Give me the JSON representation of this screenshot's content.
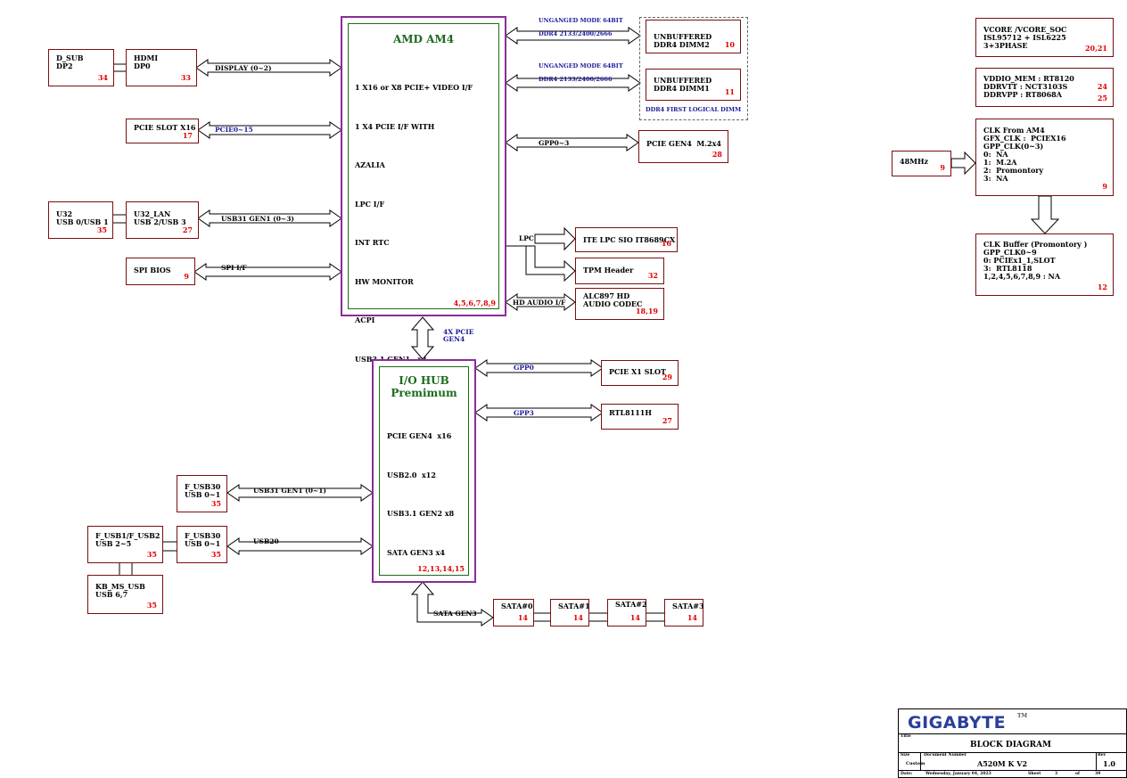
{
  "cpu": {
    "title": "AMD AM4",
    "features": [
      "1 X16 or X8 PCIE+ VIDEO I/F",
      "1 X4 PCIE I/F WITH",
      "AZALIA",
      "LPC I/F",
      "INT RTC",
      "HW MONITOR",
      "ACPI",
      "USB3.1 GEN1   x4"
    ],
    "pages": "4,5,6,7,8,9"
  },
  "hub": {
    "title": "I/O HUB",
    "subtitle": "Premimum",
    "features": [
      "PCIE GEN4  x16",
      "USB2.0  x12",
      "USB3.1 GEN2 x8",
      "SATA GEN3 x4"
    ],
    "pages": "12,13,14,15"
  },
  "boxes": {
    "dsub": {
      "text": "D_SUB\nDP2",
      "page": "34"
    },
    "hdmi": {
      "text": "HDMI\nDP0",
      "page": "33"
    },
    "pcieslot": {
      "text": "PCIE SLOT X16",
      "page": "17"
    },
    "u32": {
      "text": "U32\nUSB 0/USB 1",
      "page": "35"
    },
    "u32lan": {
      "text": "U32_LAN\nUSB 2/USB 3",
      "page": "27"
    },
    "spibios": {
      "text": "SPI BIOS",
      "page": "9"
    },
    "dimm2": {
      "text": "UNBUFFERED\nDDR4 DIMM2",
      "page": "10"
    },
    "dimm1": {
      "text": "UNBUFFERED\nDDR4 DIMM1",
      "page": "11"
    },
    "m2": {
      "text": "PCIE GEN4  M.2x4",
      "page": "28"
    },
    "ite": {
      "text": "ITE LPC SIO IT8689CX",
      "page": "16"
    },
    "tpm": {
      "text": "TPM Header",
      "page": "32"
    },
    "alc": {
      "text": "ALC897 HD\nAUDIO CODEC",
      "page": "18,19"
    },
    "pciex1": {
      "text": "PCIE X1 SLOT",
      "page": "29"
    },
    "rtl": {
      "text": "RTL8111H",
      "page": "27"
    },
    "fusb30a": {
      "text": "F_USB30\nUSB 0~1",
      "page": "35"
    },
    "fusb12": {
      "text": "F_USB1/F_USB2\nUSB 2~5",
      "page": "35"
    },
    "fusb30b": {
      "text": "F_USB30\nUSB 0~1",
      "page": "35"
    },
    "kbms": {
      "text": "KB_MS_USB\nUSB 6,7",
      "page": "35"
    },
    "sata0": {
      "text": "SATA#0",
      "page": "14"
    },
    "sata1": {
      "text": "SATA#1",
      "page": "14"
    },
    "sata2": {
      "text": "SATA#2",
      "page": "14"
    },
    "sata3": {
      "text": "SATA#3",
      "page": "14"
    },
    "vcore": {
      "text": "VCORE /VCORE_SOC\nISL95712 + ISL6225\n3+3PHASE",
      "page": "20,21"
    },
    "vddio": {
      "text": "VDDIO_MEM : RT8120\nDDRVTT : NCT3103S\nDDRVPP : RT8068A",
      "page": "24",
      "page2": "25"
    },
    "clk": {
      "text": "CLK From AM4\nGFX_CLK :  PCIEX16\nGPP_CLK(0~3)\n0:  NA\n1:  M.2A\n2:  Promontory\n3:  NA",
      "page": "9"
    },
    "osc": {
      "text": "48MHz",
      "page": "9"
    },
    "clkbuf": {
      "text": "CLK Buffer (Promontory )\nGPP_CLK0~9\n0: PCIEx1_1,SLOT\n3:  RTL8118\n1,2,4,5,6,7,8,9 : NA",
      "page": "12"
    }
  },
  "links": {
    "display": "DISPLAY (0~2)",
    "pcie0_15": "PCIE0~15",
    "usb31gen1_0_3": "USB31 GEN1 (0~3)",
    "spi": "SPI I/F",
    "unganged1": "UNGANGED MODE 64BIT",
    "ddr1": "DDR4 2133/2400/2666",
    "unganged2": "UNGANGED MODE 64BIT",
    "ddr2": "DDR4 2133/2400/2666",
    "dimmgroup": "DDR4 FIRST LOGICAL DIMM",
    "gpp0_3": "GPP0~3",
    "lpc": "LPC",
    "hdaudio": "HD AUDIO I/F",
    "pcie4x": "4X PCIE\nGEN4",
    "gpp0": "GPP0",
    "gpp3": "GPP3",
    "usb31gen1_0_1": "USB31 GEN1 (0~1)",
    "usb20": "USB20",
    "satagen3": "SATA GEN3"
  },
  "titleblock": {
    "logo": "GIGABYTE",
    "tm": "TM",
    "title_label": "Title",
    "title": "BLOCK DIAGRAM",
    "size_label": "Size",
    "size": "Custom",
    "docnum_label": "Document Number",
    "docnum": "A520M K V2",
    "rev_label": "Rev",
    "rev": "1.0",
    "date_label": "Date:",
    "date": "Wednesday, January 04, 2023",
    "sheet_label": "Sheet",
    "sheet": "3",
    "of_label": "of",
    "of": "39"
  },
  "colors": {
    "box": "#7a0f0f",
    "chip": "#8a2c9b",
    "chip_inner": "#1c6b1c",
    "page_num": "#e00000",
    "bus_label": "#1a1a99"
  }
}
